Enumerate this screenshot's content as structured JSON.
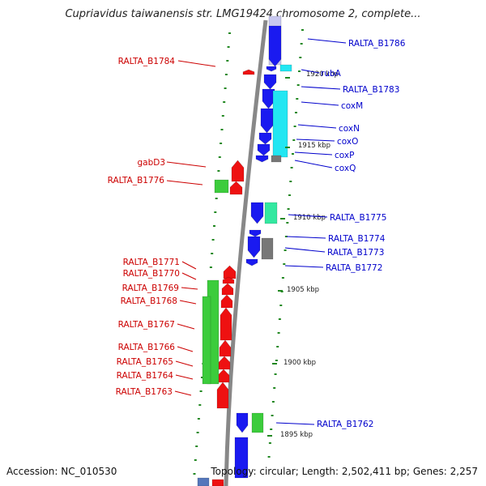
{
  "title": "Cupriavidus taiwanensis str. LMG19424 chromosome 2, complete...",
  "accession": "Accession: NC_010530",
  "topology": "Topology: circular; Length: 2,502,411 bp; Genes: 2,257",
  "colors": {
    "forward_label": "#0000cc",
    "reverse_label": "#cc0000",
    "blue": "#1a1af0",
    "cyan": "#22e6f2",
    "green": "#3ccc3c",
    "red": "#ee1111",
    "gray": "#777777",
    "mint": "#33e8a0",
    "tick": "#228822",
    "axis": "#888888"
  },
  "scale_ticks": [
    "1920 kbp",
    "1915 kbp",
    "1910 kbp",
    "1905 kbp",
    "1900 kbp",
    "1895 kbp"
  ],
  "left_labels": [
    "RALTA_B1784",
    "gabD3",
    "RALTA_B1776",
    "RALTA_B1771",
    "RALTA_B1770",
    "RALTA_B1769",
    "RALTA_B1768",
    "RALTA_B1767",
    "RALTA_B1766",
    "RALTA_B1765",
    "RALTA_B1764",
    "RALTA_B1763"
  ],
  "right_labels": [
    "RALTA_B1786",
    "rubA",
    "RALTA_B1783",
    "coxM",
    "coxN",
    "coxO",
    "coxP",
    "coxQ",
    "RALTA_B1775",
    "RALTA_B1774",
    "RALTA_B1773",
    "RALTA_B1772",
    "RALTA_B1762"
  ]
}
